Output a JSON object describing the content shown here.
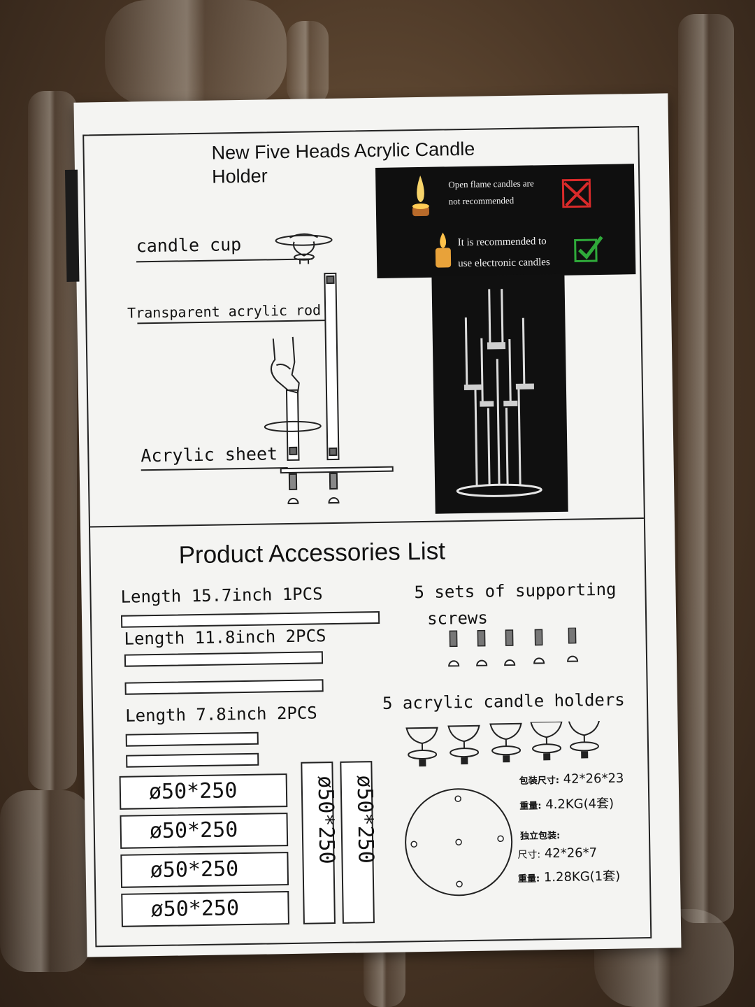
{
  "sheet": {
    "title_line1": "New Five Heads Acrylic Candle",
    "title_line2": "Holder",
    "diagram_labels": {
      "candle_cup": "candle cup",
      "rod": "Transparent acrylic rod",
      "sheet": "Acrylic sheet"
    },
    "notices": {
      "open_flame": "Open flame candles are",
      "open_flame_2": "not recommended",
      "electronic": "It is recommended to",
      "electronic_2": "use electronic candles"
    },
    "accessories": {
      "title": "Product Accessories List",
      "rods": [
        {
          "label": "Length 15.7inch 1PCS"
        },
        {
          "label": "Length 11.8inch 2PCS"
        },
        {
          "label": "Length 7.8inch 2PCS"
        }
      ],
      "screws_label_1": "5 sets of supporting",
      "screws_label_2": "screws",
      "holders_label": "5 acrylic candle holders",
      "tubes": [
        "ø50*250",
        "ø50*250",
        "ø50*250",
        "ø50*250",
        "ø50*250",
        "ø50*250"
      ],
      "package": {
        "size_label": "包装尺寸:",
        "size_value": "42*26*23",
        "weight_label": "重量:",
        "weight_value": "4.2KG(4套)",
        "single_label": "独立包装:",
        "single_size_label": "尺寸:",
        "single_size_value": "42*26*7",
        "single_weight_label": "重量:",
        "single_weight_value": "1.28KG(1套)"
      }
    }
  },
  "colors": {
    "paper": "#f4f4f2",
    "ink": "#111111",
    "check": "#2faa3a",
    "cross": "#d92a2a",
    "background": "#4b3726"
  }
}
